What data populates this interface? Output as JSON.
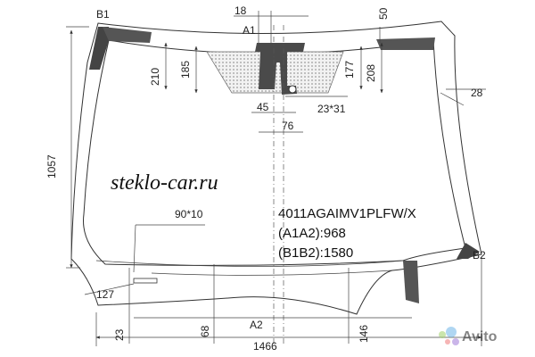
{
  "part_number": "4011AGAIMV1PLFW/X",
  "a1a2_label": "(A1A2):968",
  "b1b2_label": "(B1B2):1580",
  "watermark": "steklo-car.ru",
  "avito_logo": "Avito",
  "points": {
    "b1": "B1",
    "b2": "B2",
    "a1": "A1",
    "a2": "A2"
  },
  "dimensions": {
    "d18": "18",
    "d50": "50",
    "d210": "210",
    "d185": "185",
    "d177": "177",
    "d208": "208",
    "d28": "28",
    "d45": "45",
    "d23x31": "23*31",
    "d76": "76",
    "d1057": "1057",
    "d90x10": "90*10",
    "d127": "127",
    "d23": "23",
    "d68": "68",
    "d146": "146",
    "d1466": "1466"
  }
}
